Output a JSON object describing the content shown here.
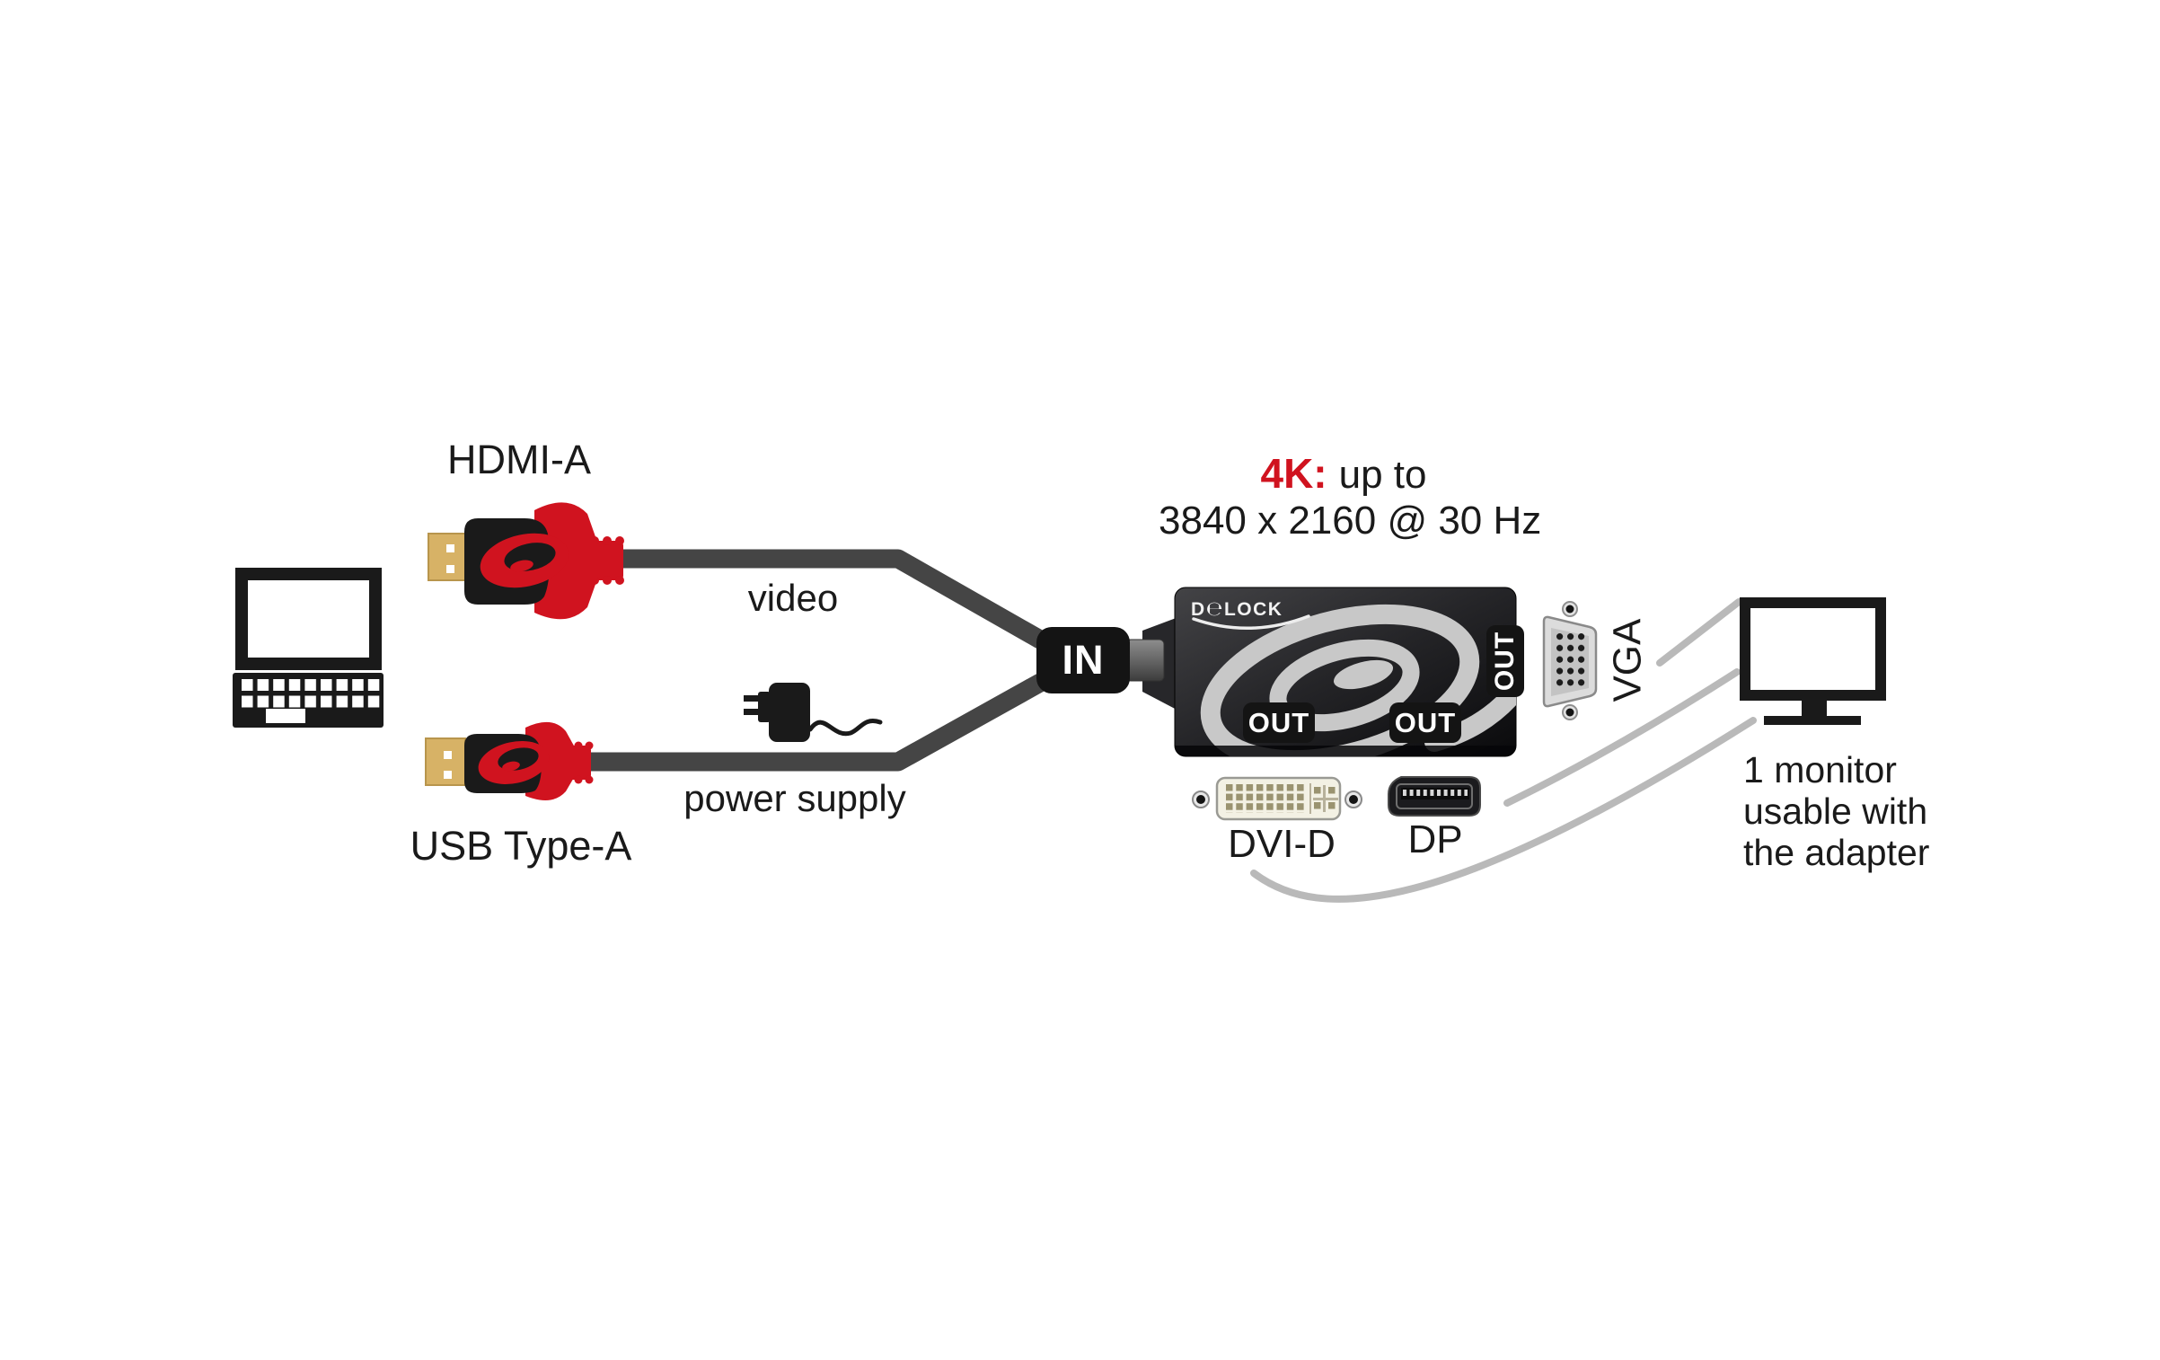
{
  "headline": {
    "highlight": "4K:",
    "suffix": "up to",
    "line2": "3840 x 2160 @ 30 Hz"
  },
  "connectors": {
    "hdmi": "HDMI-A",
    "usb": "USB Type-A",
    "vga": "VGA",
    "dvi": "DVI-D",
    "dp": "DP"
  },
  "cables": {
    "video_label": "video",
    "power_label": "power supply"
  },
  "adapter": {
    "in_label": "IN",
    "out_label": "OUT",
    "brand": {
      "d": "D",
      "e": "℮",
      "rest": "LOCK"
    }
  },
  "monitor_note": {
    "lines": [
      "1 monitor",
      "usable with",
      "the adapter"
    ]
  },
  "colors": {
    "accent_red": "#d0131f",
    "ink": "#1a1a1a",
    "gold": "#d7b266",
    "cable_gray": "#454545",
    "link_line_gray": "#b9b9b9",
    "swirl_gray": "#c8c8c8",
    "dvi_cream": "#f3f1e4"
  }
}
